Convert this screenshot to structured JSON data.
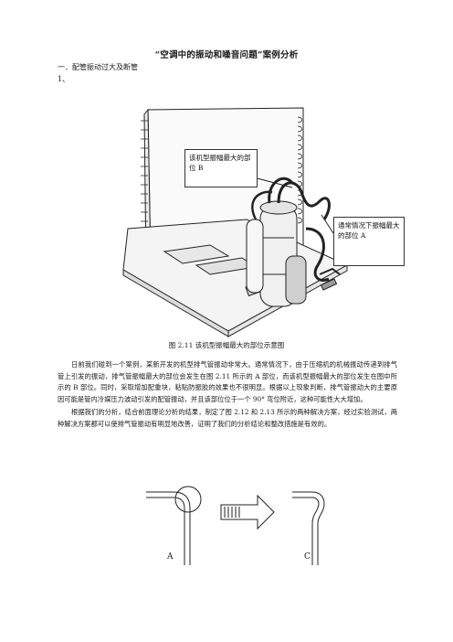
{
  "title": "“空调中的振动和噪音问题”案例分析",
  "section_heading": "一．配管振动过大及断管",
  "item_number": "1、",
  "figure": {
    "callout_b": "该机型振幅最大的部位 B",
    "callout_a": "通常情况下振幅最大的部位 A",
    "caption": "图 2.11  该机型振幅最大的部位示意图"
  },
  "paragraphs": [
    "日前我们碰到一个案例，某新开发的机型排气管振动非常大。通常情况下，由于压缩机的机械振动传递到排气管上引发的振动，排气管振幅最大的部位会发生在图 2.11 所示的 A 部位，而该机型振幅最大的部位发生在图中所示的 B 部位。同时，采取增加配重块，粘贴防振胶的效果也不很明显。根据以上现象判断，排气管振动大的主要原因可能是管内冷媒压力波动引发的配管振动，并且该部位位于一个 90° 弯位附近，这种可能性大大增加。",
    "根据我们的分析，结合前面理论分析的结果，制定了图 2.12 和 2.13 所示的两种解决方案，经过实验测试，两种解决方案都可以使排气管振动有明显地改善，证明了我们的分析结论和整改措施是有效的。"
  ],
  "bottom_figure": {
    "label_a": "A",
    "label_c": "C"
  }
}
